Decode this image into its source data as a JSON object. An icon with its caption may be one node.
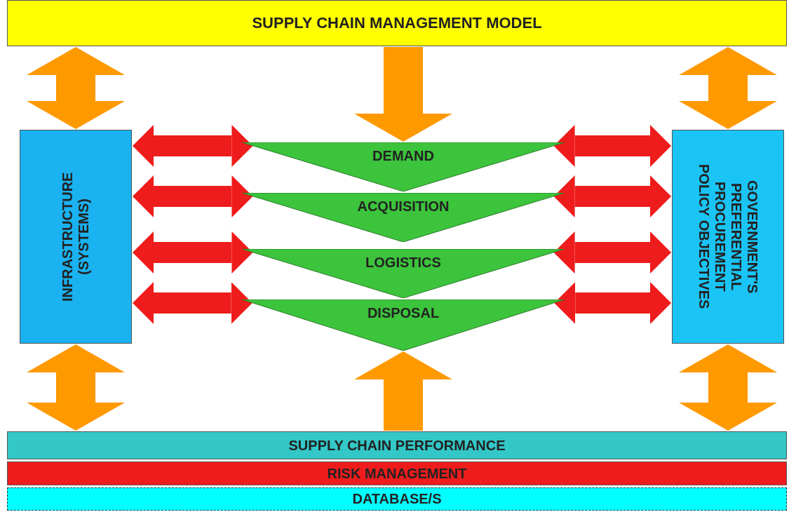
{
  "diagram": {
    "nodes": [
      {
        "text": [
          "SUPPLY CHAIN MANAGEMENT MODEL"
        ]
      },
      {
        "text": [
          "INFRASTRUCTURE (SYSTEMS)"
        ]
      },
      {
        "text": [
          "DEMAND"
        ]
      },
      {
        "text": [
          "ACQUISITION"
        ]
      },
      {
        "text": [
          "LOGISTICS"
        ]
      },
      {
        "text": [
          "DISPOSAL"
        ]
      },
      {
        "text": [
          "GOVERNMENT'S PREFERENTIAL PROCUREMENT POLICY OBJECTIVES"
        ]
      },
      {
        "text": [
          "SUPPLY CHAIN PERFORMANCE"
        ]
      },
      {
        "text": [
          "RISK MANAGEMENT"
        ]
      },
      {
        "text": [
          "DATABASE/S"
        ]
      }
    ],
    "edges": [
      {
        "from": 0,
        "to": 1,
        "arrow": "both",
        "color": "#ff9900"
      },
      {
        "from": 0,
        "to": 2,
        "arrow": "to",
        "color": "#ff9900"
      },
      {
        "from": 0,
        "to": 6,
        "arrow": "both",
        "color": "#ff9900"
      },
      {
        "from": 1,
        "to": 2,
        "arrow": "both"
      },
      {
        "from": 1,
        "to": 3,
        "arrow": "both"
      },
      {
        "from": 1,
        "to": 4,
        "arrow": "both"
      },
      {
        "from": 1,
        "to": 5,
        "arrow": "both"
      },
      {
        "from": 2,
        "to": 6,
        "arrow": "both"
      },
      {
        "from": 3,
        "to": 6,
        "arrow": "both"
      },
      {
        "from": 4,
        "to": 6,
        "arrow": "both"
      },
      {
        "from": 5,
        "to": 6,
        "arrow": "both"
      },
      {
        "from": 1,
        "to": 7,
        "arrow": "both",
        "color": "#ff9900"
      },
      {
        "from": 7,
        "to": 5,
        "arrow": "to",
        "color": "#ff9900"
      },
      {
        "from": 6,
        "to": 7,
        "arrow": "both",
        "color": "#ff9900"
      }
    ]
  }
}
